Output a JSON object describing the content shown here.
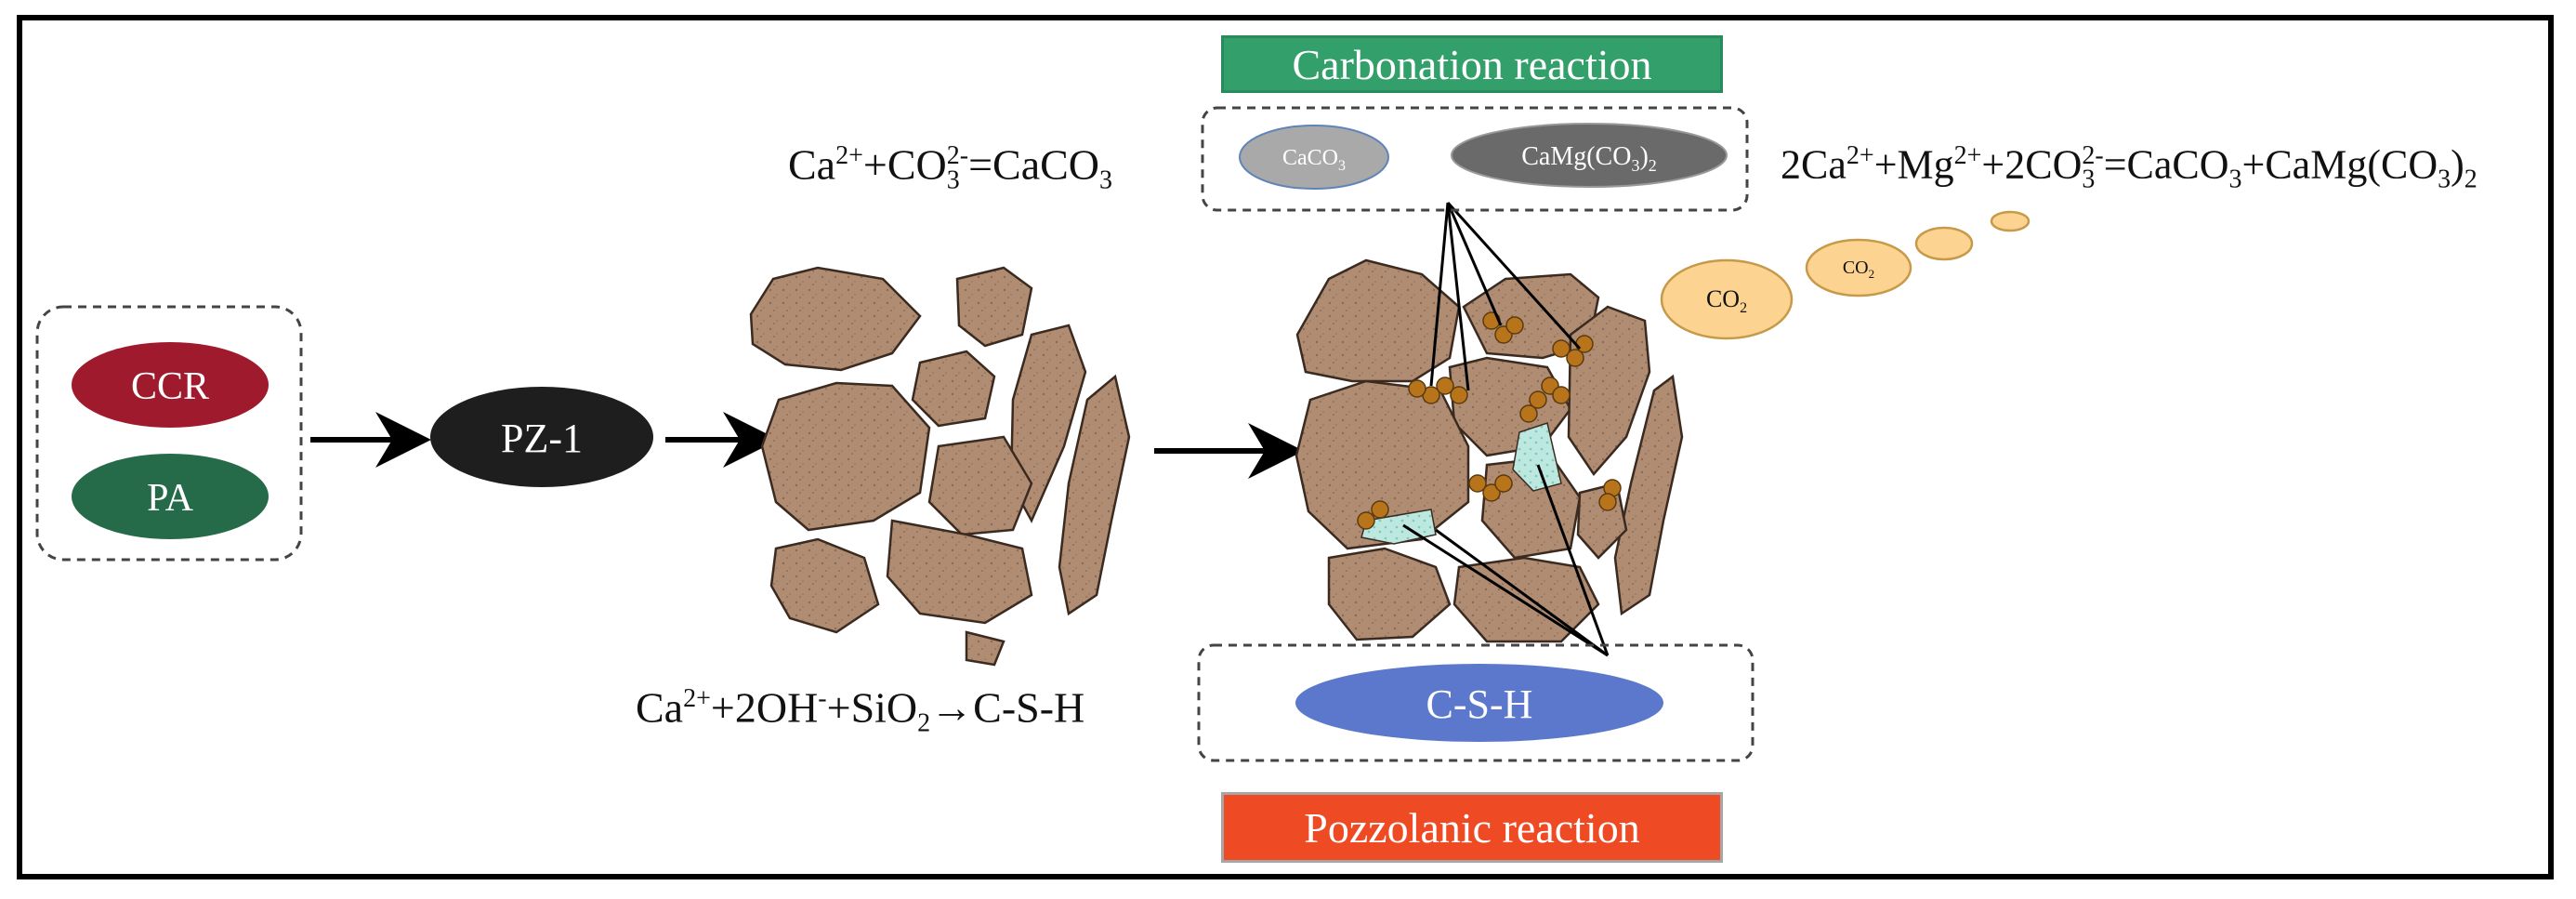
{
  "inputs": [
    {
      "label": "CCR",
      "color": "#9e1a2c"
    },
    {
      "label": "PA",
      "color": "#256b49"
    }
  ],
  "binder": {
    "label": "PZ-1",
    "color": "#1e1e1e"
  },
  "carbonation": {
    "title": "Carbonation reaction",
    "products": [
      {
        "label_main": "CaCO",
        "label_sub": "3",
        "color": "#a9a9a9"
      },
      {
        "label_main": "CaMg(CO",
        "label_sub": "3",
        "label_tail": ")",
        "label_tail_sub": "2",
        "color": "#6a6a6a"
      }
    ],
    "eq1": {
      "a": "Ca",
      "a_sup": "2+",
      "b": "+CO",
      "b_sub": "3",
      "b_sup": "2-",
      "c": "=CaCO",
      "c_sub": "3"
    },
    "eq2": {
      "a": "2Ca",
      "a_sup": "2+",
      "b": "+Mg",
      "b_sup": "2+",
      "c": "+2CO",
      "c_sub": "3",
      "c_sup": "2-",
      "d": "=CaCO",
      "d_sub": "3",
      "e": "+CaMg(CO",
      "e_sub": "3",
      "f": ")",
      "f_sub": "2"
    }
  },
  "pozzolanic": {
    "title": "Pozzolanic reaction",
    "product": {
      "label": "C-S-H",
      "color": "#5b78cc"
    },
    "eq": {
      "a": "Ca",
      "a_sup": "2+",
      "b": "+2OH",
      "b_sup": "-",
      "c": "+SiO",
      "c_sub": "2",
      "d": "→C-S-H"
    }
  },
  "co2_bubbles": [
    {
      "label_main": "CO",
      "label_sub": "2"
    },
    {
      "label_main": "CO",
      "label_sub": "2"
    }
  ],
  "colors": {
    "particle": "#b08d72",
    "particle_edge": "#3a2a20",
    "csh_fill": "#bde8e0",
    "carbonate_dot": "#b8741a",
    "bubble": "#fcd391",
    "bubble_edge": "#c79a4a"
  }
}
